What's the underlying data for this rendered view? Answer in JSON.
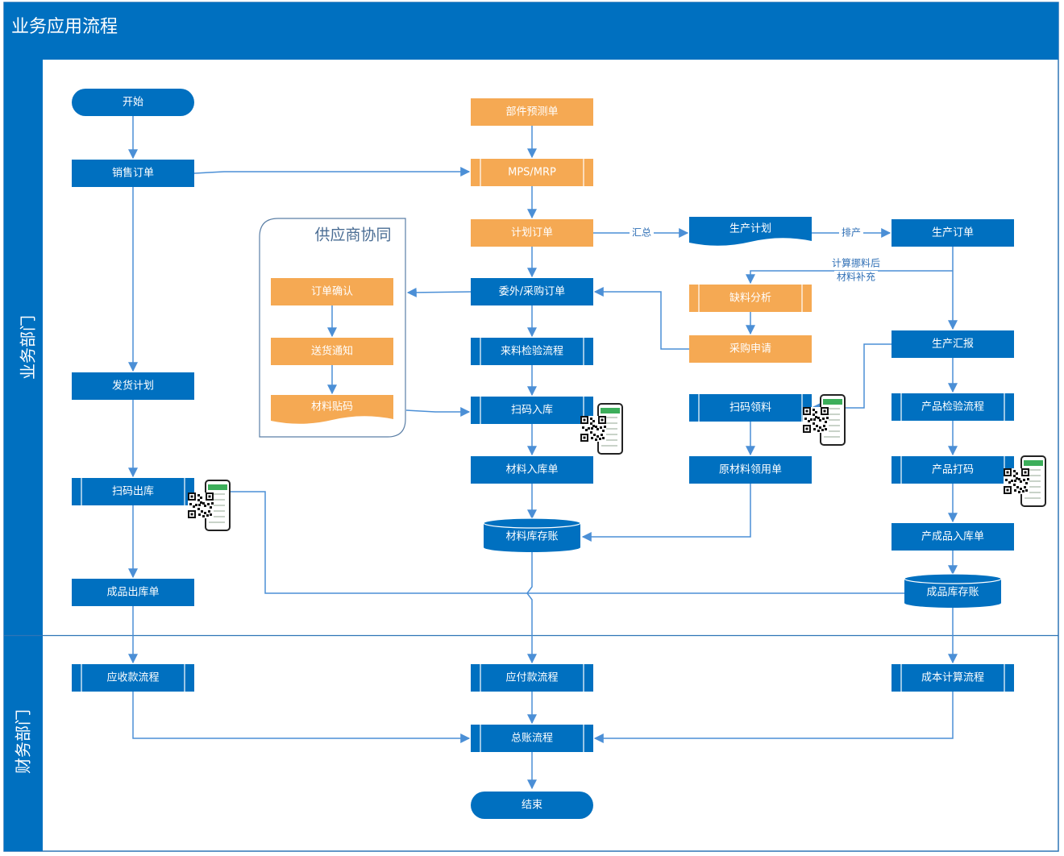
{
  "title": "业务应用流程",
  "lanes": [
    {
      "id": "biz",
      "label": "业务部门"
    },
    {
      "id": "fin",
      "label": "财务部门"
    }
  ],
  "group": {
    "label": "供应商协同"
  },
  "colors": {
    "blue": "#0070c0",
    "orange": "#f5a953",
    "edge": "#4b8fd6",
    "frame": "#2e75b6"
  },
  "nodes": [
    {
      "id": "start",
      "label": "开始",
      "shape": "terminal",
      "color": "blue"
    },
    {
      "id": "sales_order",
      "label": "销售订单",
      "shape": "rect",
      "color": "blue"
    },
    {
      "id": "ship_plan",
      "label": "发货计划",
      "shape": "rect",
      "color": "blue"
    },
    {
      "id": "scan_out",
      "label": "扫码出库",
      "shape": "process",
      "color": "blue"
    },
    {
      "id": "fg_out",
      "label": "成品出库单",
      "shape": "rect",
      "color": "blue"
    },
    {
      "id": "ar_flow",
      "label": "应收款流程",
      "shape": "process",
      "color": "blue"
    },
    {
      "id": "parts_fc",
      "label": "部件预测单",
      "shape": "rect",
      "color": "orange"
    },
    {
      "id": "mps",
      "label": "MPS/MRP",
      "shape": "process",
      "color": "orange"
    },
    {
      "id": "plan_order",
      "label": "计划订单",
      "shape": "rect",
      "color": "orange"
    },
    {
      "id": "po",
      "label": "委外/采购订单",
      "shape": "rect",
      "color": "blue"
    },
    {
      "id": "iqc",
      "label": "来料检验流程",
      "shape": "process",
      "color": "blue"
    },
    {
      "id": "scan_in",
      "label": "扫码入库",
      "shape": "process",
      "color": "blue"
    },
    {
      "id": "mat_in",
      "label": "材料入库单",
      "shape": "rect",
      "color": "blue"
    },
    {
      "id": "ap_flow",
      "label": "应付款流程",
      "shape": "process",
      "color": "blue"
    },
    {
      "id": "gl_flow",
      "label": "总账流程",
      "shape": "process",
      "color": "blue"
    },
    {
      "id": "end",
      "label": "结束",
      "shape": "terminal",
      "color": "blue"
    },
    {
      "id": "order_confirm",
      "label": "订单确认",
      "shape": "rect",
      "color": "orange"
    },
    {
      "id": "ship_notice",
      "label": "送货通知",
      "shape": "rect",
      "color": "orange"
    },
    {
      "id": "mat_label",
      "label": "材料贴码",
      "shape": "document",
      "color": "orange"
    },
    {
      "id": "prod_plan",
      "label": "生产计划",
      "shape": "document",
      "color": "blue"
    },
    {
      "id": "shortage",
      "label": "缺料分析",
      "shape": "process",
      "color": "orange"
    },
    {
      "id": "pur_req",
      "label": "采购申请",
      "shape": "rect",
      "color": "orange"
    },
    {
      "id": "scan_pick",
      "label": "扫码领料",
      "shape": "process",
      "color": "blue"
    },
    {
      "id": "mat_issue",
      "label": "原材料领用单",
      "shape": "rect",
      "color": "blue"
    },
    {
      "id": "prod_order",
      "label": "生产订单",
      "shape": "rect",
      "color": "blue"
    },
    {
      "id": "prod_report",
      "label": "生产汇报",
      "shape": "rect",
      "color": "blue"
    },
    {
      "id": "pqc",
      "label": "产品检验流程",
      "shape": "process",
      "color": "blue"
    },
    {
      "id": "prod_label",
      "label": "产品打码",
      "shape": "process",
      "color": "blue"
    },
    {
      "id": "fg_in",
      "label": "产成品入库单",
      "shape": "rect",
      "color": "blue"
    },
    {
      "id": "cost_flow",
      "label": "成本计算流程",
      "shape": "process",
      "color": "blue"
    },
    {
      "id": "mat_ledger",
      "label": "材料库存账",
      "shape": "store",
      "color": "blue"
    },
    {
      "id": "fg_ledger",
      "label": "成品库存账",
      "shape": "store",
      "color": "blue"
    }
  ],
  "edge_labels": [
    {
      "id": "summary",
      "text": "汇总"
    },
    {
      "id": "schedule",
      "text": "排产"
    },
    {
      "id": "calc1",
      "text": "计算挪料后"
    },
    {
      "id": "calc2",
      "text": "材料补充"
    }
  ]
}
